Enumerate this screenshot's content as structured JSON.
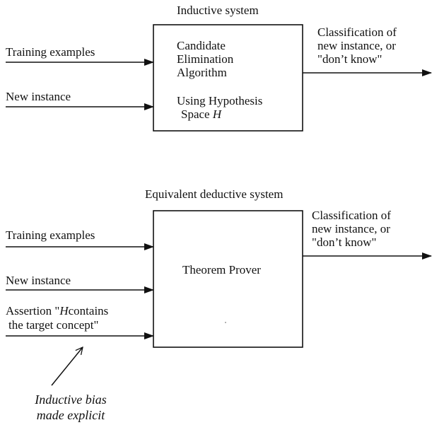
{
  "top_system": {
    "title": "Inductive system",
    "inputs": [
      "Training examples",
      "New instance"
    ],
    "box_lines": [
      "Candidate",
      "Elimination",
      "Algorithm",
      "",
      "Using Hypothesis"
    ],
    "box_space_prefix": "Space",
    "box_space_var": "H",
    "output_lines": [
      "Classification of",
      "new instance, or",
      "\"don’t know\""
    ]
  },
  "bottom_system": {
    "title": "Equivalent deductive system",
    "inputs": [
      "Training examples",
      "New instance"
    ],
    "assertion_prefix": "Assertion \"",
    "assertion_var": "H",
    "assertion_suffix": "contains",
    "assertion_line2": "the target concept\"",
    "box_label": "Theorem Prover",
    "output_lines": [
      "Classification of",
      "new instance, or",
      "\"don’t know\""
    ]
  },
  "annotation": {
    "line1": "Inductive bias",
    "line2": "made explicit"
  },
  "colors": {
    "ink": "#111111",
    "background": "#ffffff"
  }
}
